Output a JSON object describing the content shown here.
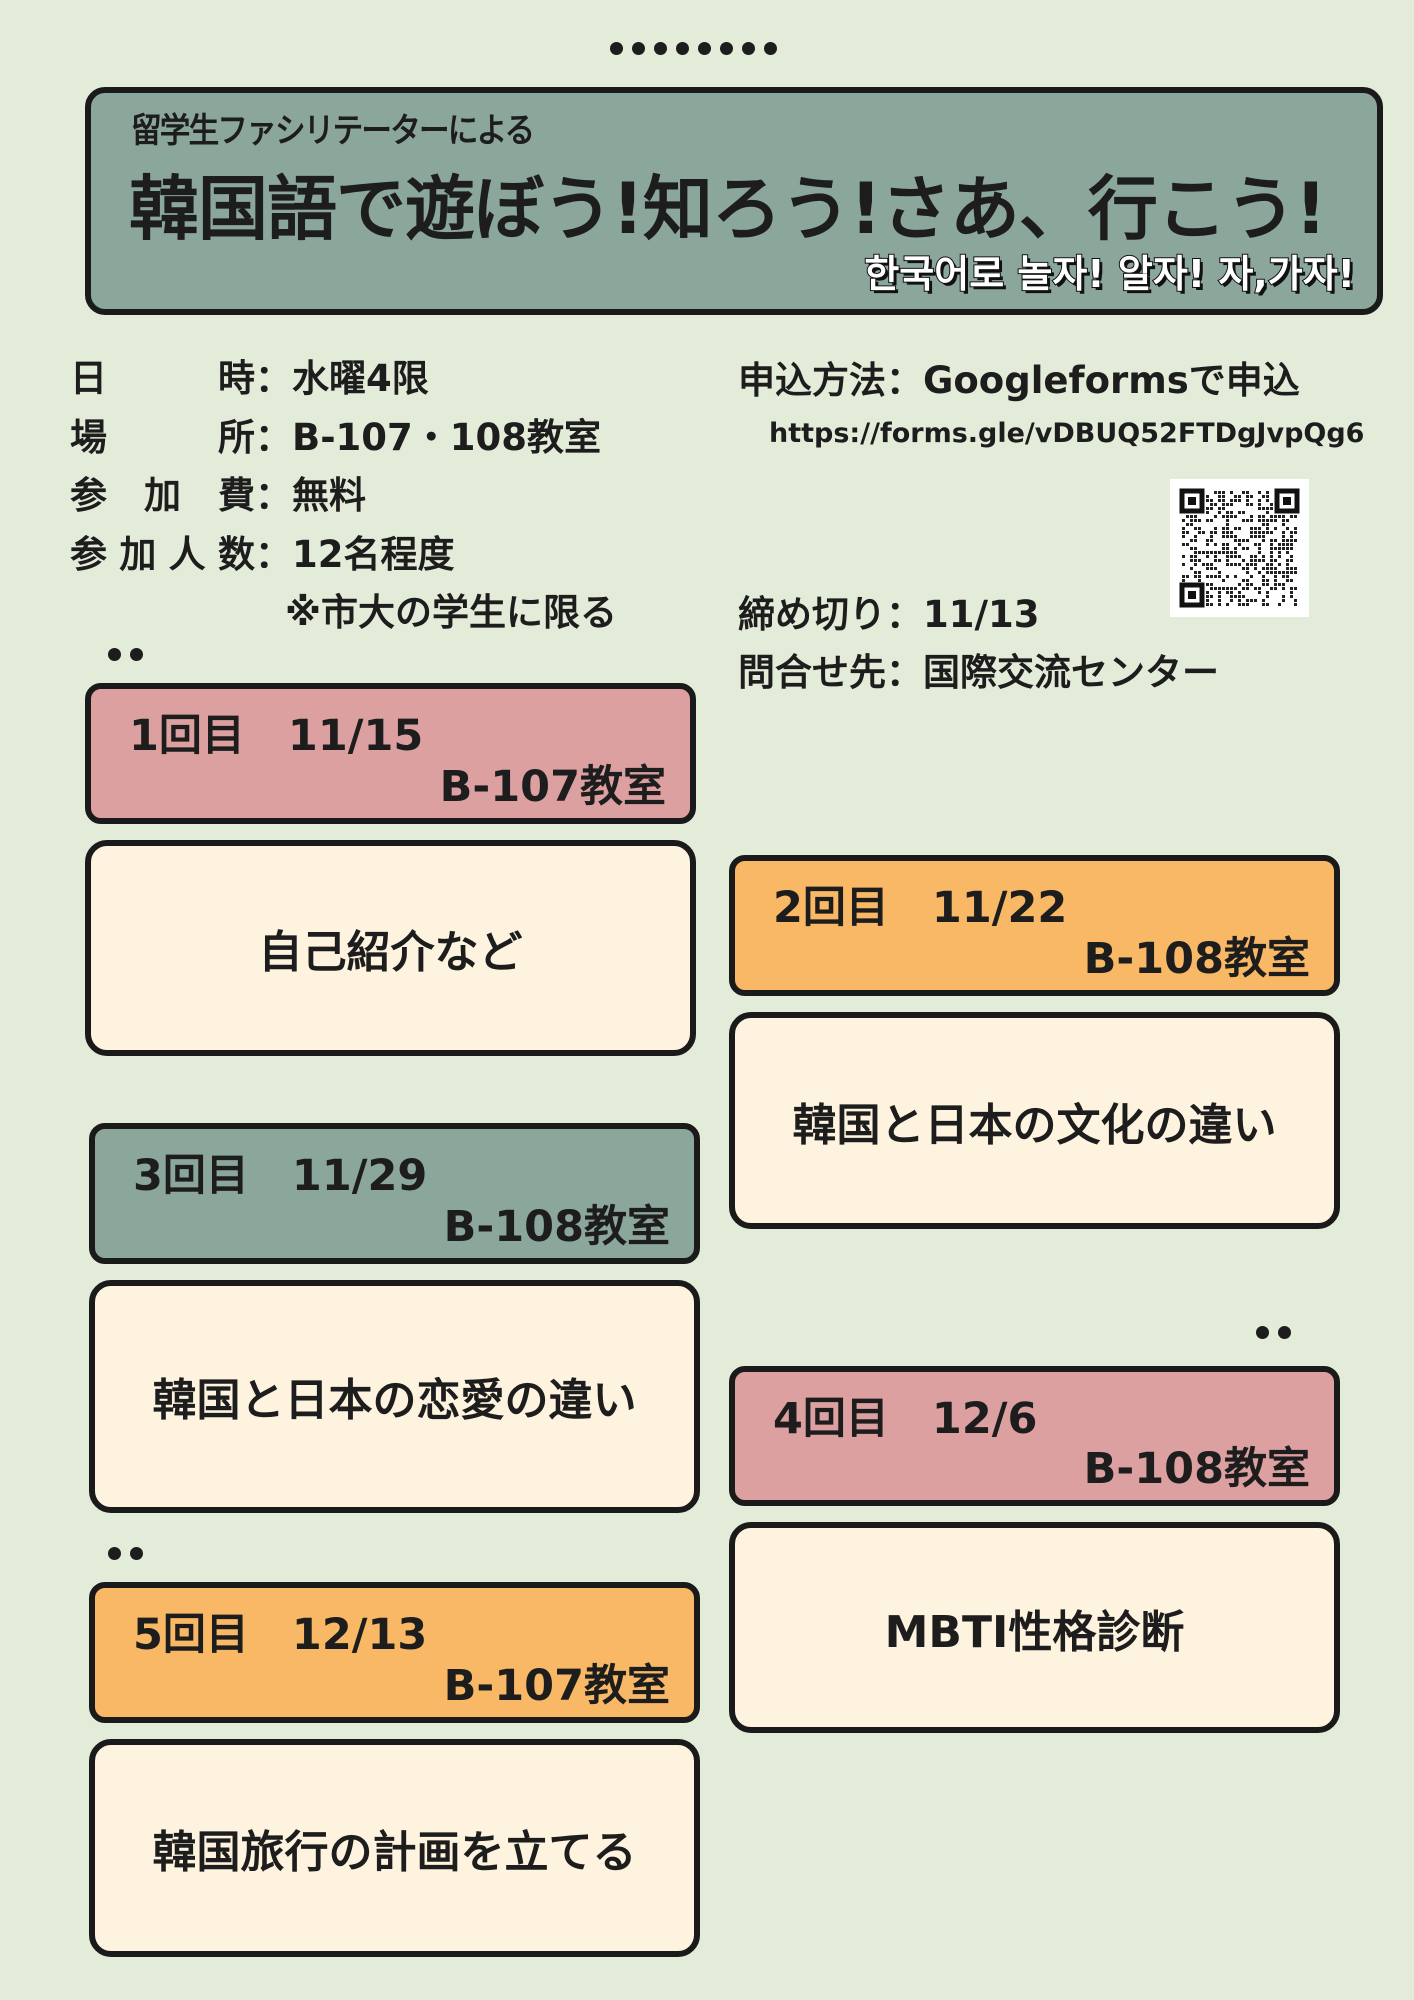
{
  "header": {
    "subtitle": "留学生ファシリテーターによる",
    "title": "韓国語で遊ぼう!知ろう!さあ、行こう!",
    "korean": "한국어로 놀자! 알자! 자,가자!"
  },
  "details": [
    {
      "label": "日時",
      "value": "水曜4限"
    },
    {
      "label": "場所",
      "value": "B-107・108教室"
    },
    {
      "label": "参加費",
      "value": "無料"
    },
    {
      "label": "参加人数",
      "value": "12名程度"
    }
  ],
  "note": "※市大の学生に限る",
  "apply": {
    "label": "申込方法",
    "value": "Googleformsで申込",
    "url": "https://forms.gle/vDBUQ52FTDgJvpQg6"
  },
  "deadline": {
    "label": "締め切り",
    "value": "11/13"
  },
  "contact": {
    "label": "問合せ先",
    "value": "国際交流センター"
  },
  "colon": "：",
  "colors": {
    "background": "#e3ecd9",
    "teal": "#8ba69b",
    "pink": "#dca0a0",
    "orange": "#f8b865",
    "cream": "#fdf3df"
  },
  "sessions": [
    {
      "title": "1回目　11/15",
      "room": "B-107教室",
      "topic": "自己紹介など"
    },
    {
      "title": "2回目　11/22",
      "room": "B-108教室",
      "topic": "韓国と日本の文化の違い"
    },
    {
      "title": "3回目　11/29",
      "room": "B-108教室",
      "topic": "韓国と日本の恋愛の違い"
    },
    {
      "title": "4回目　12/6",
      "room": "B-108教室",
      "topic": "MBTI性格診断"
    },
    {
      "title": "5回目　12/13",
      "room": "B-107教室",
      "topic": "韓国旅行の計画を立てる"
    }
  ]
}
